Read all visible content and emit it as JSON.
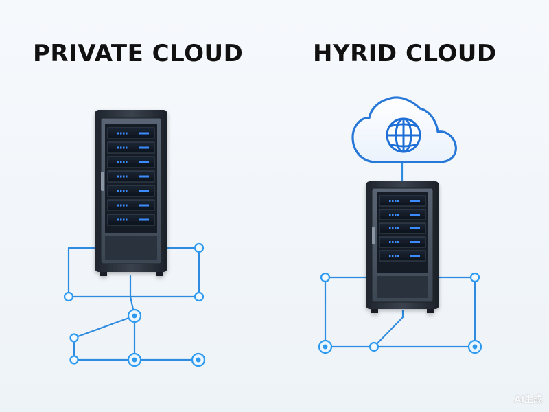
{
  "panels": {
    "left": {
      "title": "PRIVATE CLOUD"
    },
    "right": {
      "title": "HYRID CLOUD"
    }
  },
  "watermark": "AI生成",
  "colors": {
    "rack_body": "#2e3440",
    "rack_face": "#454f5c",
    "bay": "#0f1722",
    "led": "#3a8dff",
    "line": "#2f8be0",
    "node_ring": "#2d9af0",
    "cloud_stroke": "#2878d8",
    "globe": "#1f6fd6"
  },
  "icons": {
    "private_server": "server-rack-icon",
    "hybrid_server": "server-rack-icon",
    "cloud": "cloud-icon",
    "globe": "globe-icon"
  }
}
